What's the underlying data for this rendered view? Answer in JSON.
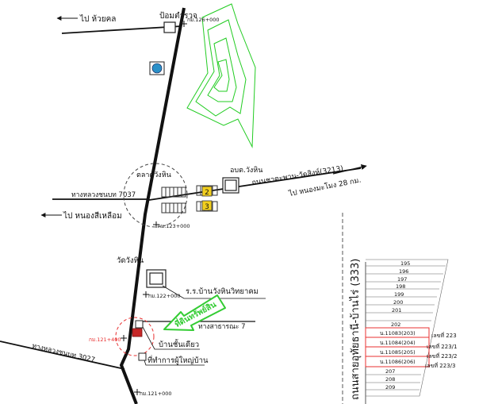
{
  "map": {
    "labels": {
      "to_huaikhon": "ไป ห้วยคล",
      "police_box": "ป้อมตำรวจ",
      "km_126": "กม.126+000",
      "market": "ตลาดวังหิน",
      "district_office": "อบต.วังหิน",
      "road_3213": "ถนนชาตะพาน-วัดสิงห์(3213)",
      "to_nongmaya": "ไป หนองมะโมง 28 กม.",
      "rural_road": "ทางหลวงชนบท 7037",
      "to_nongseuleuam": "ไป หนองสีเหลือม",
      "km_123": "กม.123+000",
      "temple": "วัดวังหิน",
      "km_122": "กม.122+000",
      "school": "ร.ร.บ้านวังหินวิทยาคม",
      "property": "ที่ดินทรัพย์สิน",
      "km_121_400": "กม.121+400",
      "side_road": "ทางสาธารณะ 7",
      "house": "บ้านชั้นเดียว",
      "village_office": "ที่ทำการผู้ใหญ่บ้าน",
      "rural_road_3027": "ทางหลวงชนบท 3027",
      "km_121": "กม.121+000",
      "highway_333": "ถนนสายอุทัยธานี-บ้านไร่ (333)"
    },
    "markers": {
      "marker2": "2",
      "marker3": "3"
    },
    "parcels": [
      "195",
      "196",
      "197",
      "198",
      "199",
      "200",
      "201",
      "202",
      "น.11083(203)",
      "น.11084(204)",
      "น.11085(205)",
      "น.11086(206)",
      "207",
      "208",
      "209"
    ],
    "parcel_numbers": [
      "เลขที่ 223",
      "เลขที่ 223/1",
      "เลขที่ 223/2",
      "เลขที่ 223/3"
    ],
    "colors": {
      "road": "#111111",
      "contour": "#22cc22",
      "highlight": "#e83030",
      "arrow": "#33cc33",
      "marker": "#f2cf1e"
    }
  }
}
